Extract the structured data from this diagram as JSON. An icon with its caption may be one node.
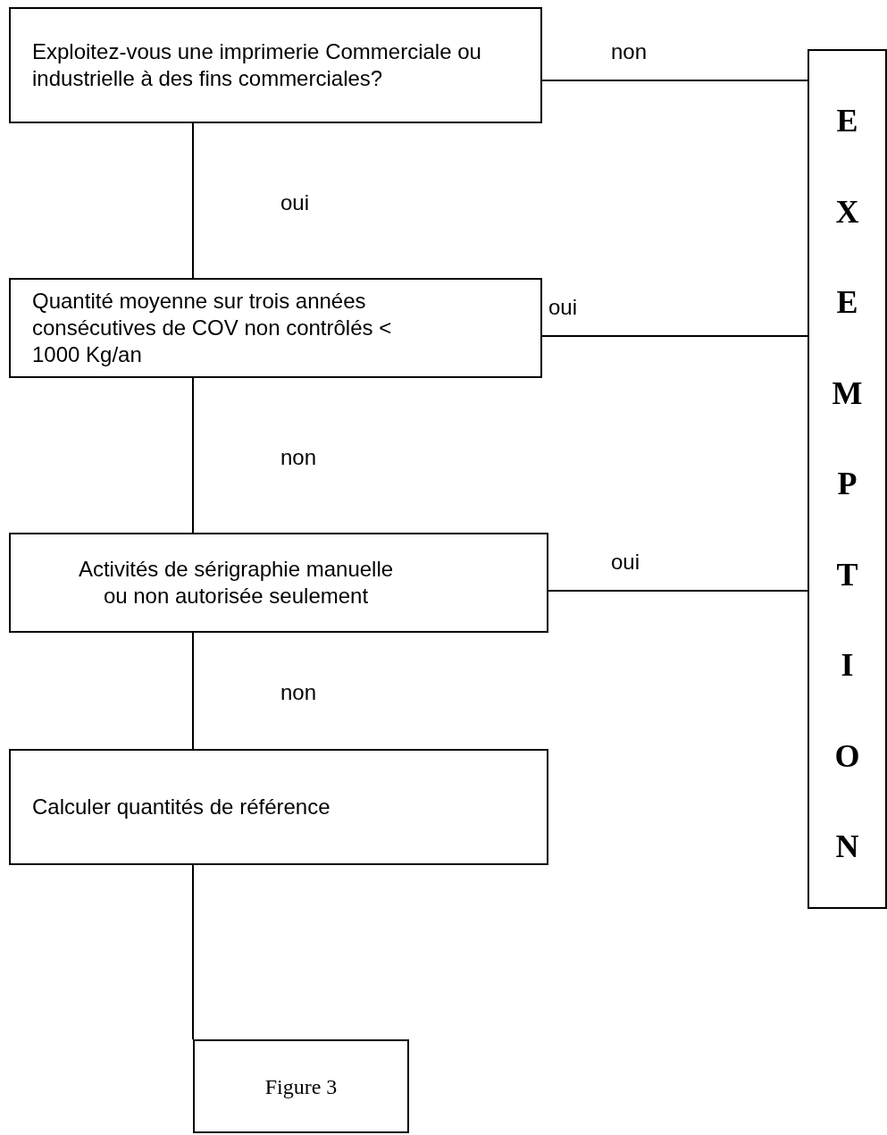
{
  "diagram": {
    "nodes": [
      {
        "text": [
          "Exploitez-vous une imprimerie Commerciale ou industrielle à des fins commerciales?"
        ]
      },
      {
        "text": [
          "Quantité moyenne sur trois années consécutives de COV non contrôlés < 1000 Kg/an"
        ]
      },
      {
        "text": [
          "Activités de sérigraphie manuelle ou non autorisée seulement"
        ]
      },
      {
        "text": [
          "Calculer quantités de référence"
        ]
      },
      {
        "text": [
          "Figure 3"
        ]
      },
      {
        "text": [
          "EXEMPTION"
        ]
      }
    ],
    "edges": [
      {
        "from": 0,
        "to": 1,
        "arrow": "none",
        "label": "oui"
      },
      {
        "from": 1,
        "to": 2,
        "arrow": "none",
        "label": "non"
      },
      {
        "from": 2,
        "to": 3,
        "arrow": "none",
        "label": "non"
      },
      {
        "from": 3,
        "to": 4,
        "arrow": "none"
      },
      {
        "from": 0,
        "to": 5,
        "arrow": "none",
        "label": "non"
      },
      {
        "from": 1,
        "to": 5,
        "arrow": "none",
        "label": "oui"
      },
      {
        "from": 2,
        "to": 5,
        "arrow": "none",
        "label": "oui"
      }
    ]
  }
}
